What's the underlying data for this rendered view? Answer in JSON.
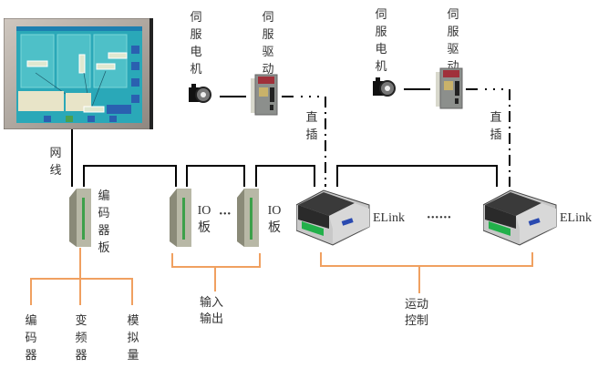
{
  "diagram": {
    "colors": {
      "bus_line": "#000000",
      "branch_line": "#f0a060",
      "screen_bezel": "#b8b0a8",
      "screen_bg": "#2aa8b8",
      "module_body": "#3a3a3a",
      "module_connector": "#22b04a"
    },
    "hmi": {
      "name": "touch-screen-hmi"
    },
    "network_cable_label": "网线",
    "servo_groups": [
      {
        "motor_label": "伺服电机",
        "drive_label": "伺服驱动",
        "direct_plug_label": "直插"
      },
      {
        "motor_label": "伺服电机",
        "drive_label": "伺服驱动",
        "direct_plug_label": "直插"
      }
    ],
    "nodes": [
      {
        "id": "encoder-board",
        "label": "编码器板"
      },
      {
        "id": "io-board-1",
        "label": "IO板"
      },
      {
        "id": "io-board-2",
        "label": "IO板"
      },
      {
        "id": "elink-1",
        "label": "ELink"
      },
      {
        "id": "elink-2",
        "label": "ELink"
      }
    ],
    "ellipsis_io": "···",
    "ellipsis_elink": "······",
    "encoder_branches": [
      "编码器",
      "变频器",
      "模拟量"
    ],
    "io_group_label": "输入输出",
    "motion_group_label": "运动控制"
  }
}
